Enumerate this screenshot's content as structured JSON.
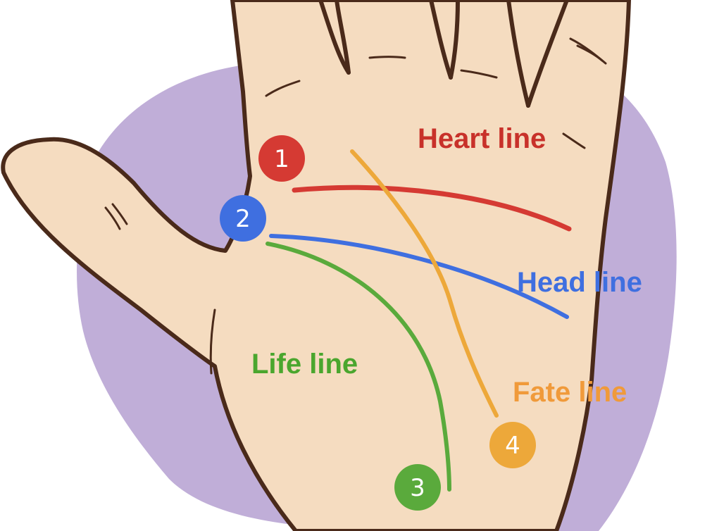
{
  "labels": {
    "heart": "Heart line",
    "head": "Head line",
    "life": "Life line",
    "fate": "Fate line"
  },
  "markers": {
    "heart": "1",
    "head": "2",
    "life": "3",
    "fate": "4"
  },
  "colors": {
    "heart": "#d53a33",
    "head": "#3f6fe0",
    "life": "#5aaa3c",
    "fate": "#eda83a",
    "skin": "#f5dcc0",
    "outline": "#4a2a1a",
    "background_blob": "#c0aed8"
  }
}
